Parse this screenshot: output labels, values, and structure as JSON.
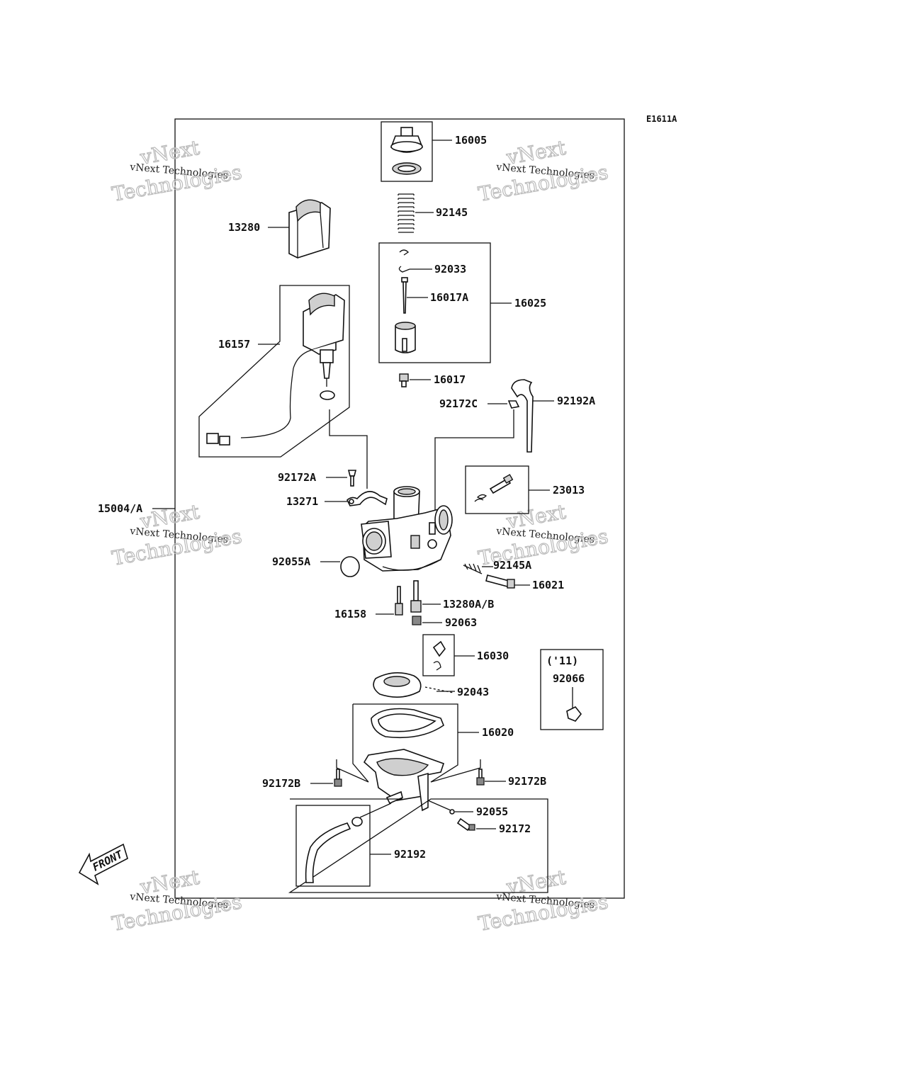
{
  "diagram_code": "E1611A",
  "watermark": {
    "line1": "vNext Technologies",
    "outline_top": "vNext",
    "outline_bottom": "Technologies"
  },
  "front_label": "FRONT",
  "labels": {
    "p16005": "16005",
    "p92145": "92145",
    "p13280": "13280",
    "p92033": "92033",
    "p16017A": "16017A",
    "p16025": "16025",
    "p16157": "16157",
    "p16017": "16017",
    "p92172C": "92172C",
    "p92192A": "92192A",
    "p92172A": "92172A",
    "p13271": "13271",
    "p23013": "23013",
    "p15004A": "15004/A",
    "p92055A": "92055A",
    "p92145A": "92145A",
    "p16021": "16021",
    "p13280AB": "13280A/B",
    "p16158": "16158",
    "p92063": "92063",
    "p16030": "16030",
    "p11": "('11)",
    "p92066": "92066",
    "p92043": "92043",
    "p16020": "16020",
    "p92172B_left": "92172B",
    "p92172B_right": "92172B",
    "p92055": "92055",
    "p92172": "92172",
    "p92192": "92192"
  }
}
